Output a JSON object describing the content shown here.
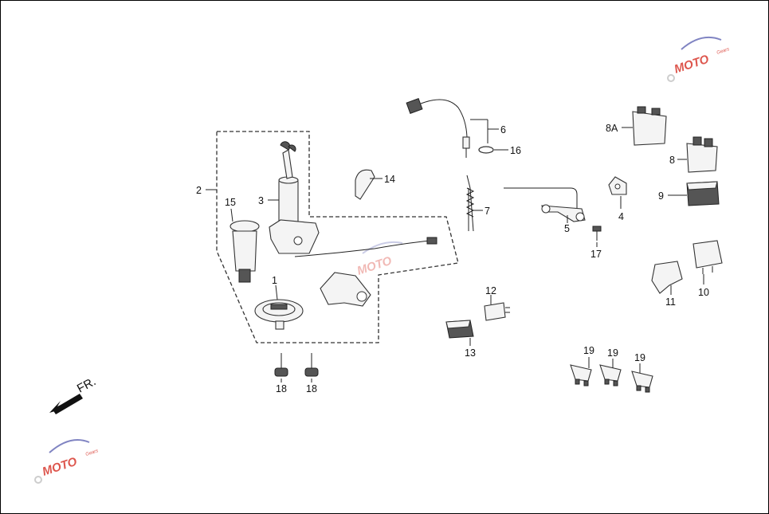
{
  "direction_label": "FR.",
  "watermark": {
    "text": "MOTO",
    "sub": "Gears"
  },
  "callouts": {
    "c1": "1",
    "c2": "2",
    "c3": "3",
    "c4": "4",
    "c5": "5",
    "c6": "6",
    "c7": "7",
    "c8": "8",
    "c8a": "8A",
    "c9": "9",
    "c10": "10",
    "c11": "11",
    "c12": "12",
    "c13": "13",
    "c14": "14",
    "c15": "15",
    "c16": "16",
    "c17": "17",
    "c18a": "18",
    "c18b": "18",
    "c19a": "19",
    "c19b": "19",
    "c19c": "19"
  }
}
